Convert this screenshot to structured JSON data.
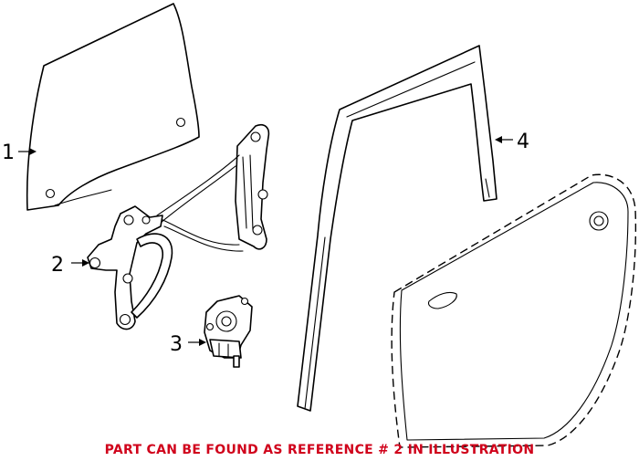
{
  "callouts": {
    "c1": "1",
    "c2": "2",
    "c3": "3",
    "c4": "4"
  },
  "note": {
    "text": "PART CAN BE FOUND AS REFERENCE # 2 IN ILLUSTRATION",
    "color": "#d0021b"
  }
}
